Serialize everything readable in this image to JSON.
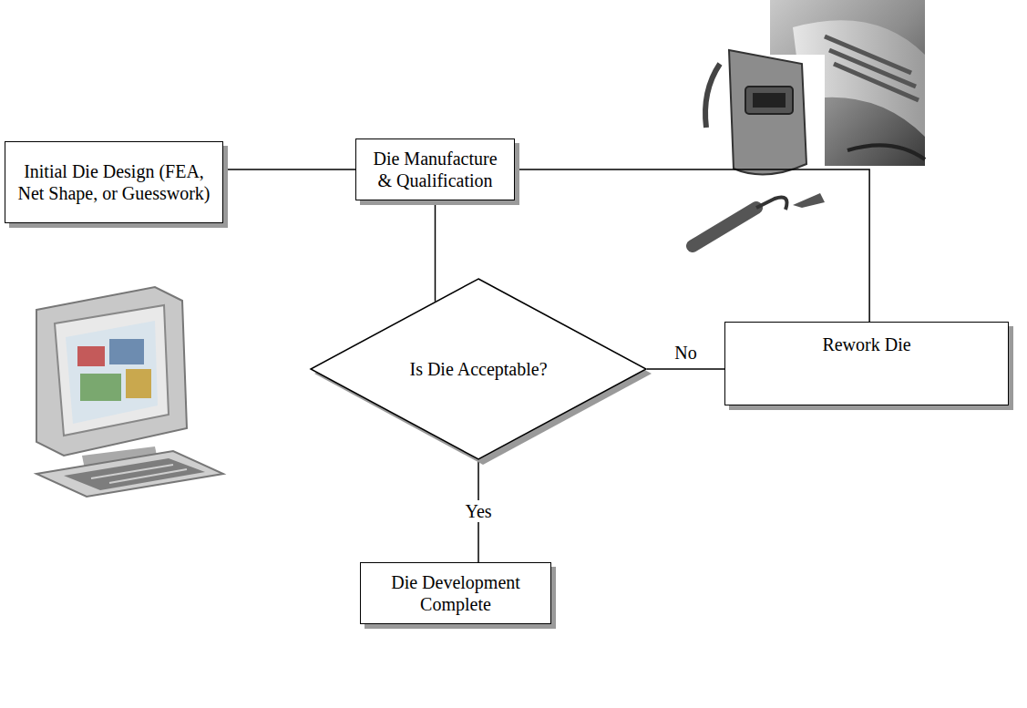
{
  "diagram": {
    "nodes": [
      {
        "text": [
          "Initial Die Design (FEA, Net Shape, or Guesswork)"
        ]
      },
      {
        "text": [
          "Die Manufacture & Qualification"
        ]
      },
      {
        "text": [
          "Is Die Acceptable?"
        ]
      },
      {
        "text": [
          "Rework Die"
        ]
      },
      {
        "text": [
          "Die Development Complete"
        ]
      }
    ],
    "edges": [
      {
        "from": 0,
        "to": 1,
        "arrow": "none"
      },
      {
        "from": 1,
        "to": 2,
        "arrow": "none"
      },
      {
        "from": 2,
        "to": 3,
        "label": "No",
        "arrow": "none"
      },
      {
        "from": 3,
        "to": 1,
        "arrow": "none"
      },
      {
        "from": 2,
        "to": 4,
        "label": "Yes",
        "arrow": "none"
      }
    ]
  }
}
